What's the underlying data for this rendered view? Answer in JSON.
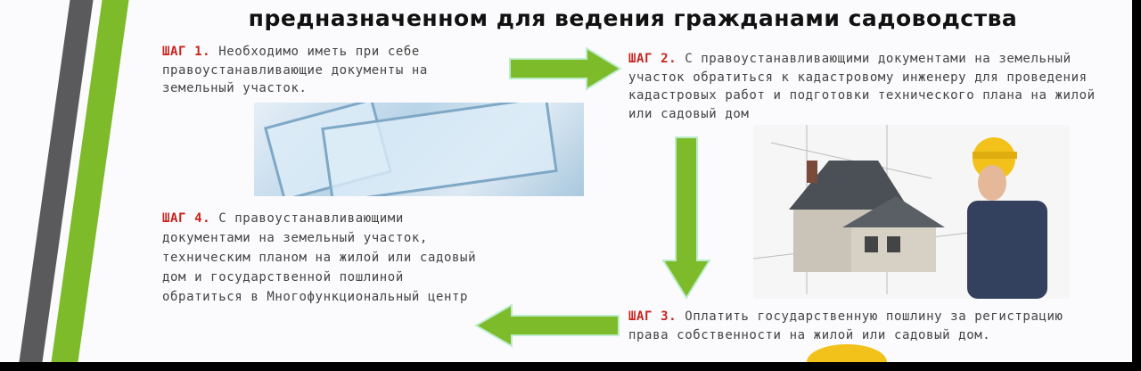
{
  "title": "предназначенном для ведения гражданами садоводства",
  "steps": [
    {
      "label": "ШАГ 1.",
      "text": " Необходимо иметь при себе правоустанавливающие документы на земельный участок."
    },
    {
      "label": "ШАГ 2.",
      "text": " С правоустанавливающими документами на земельный участок обратиться к кадастровому инженеру для проведения кадастровых работ и подготовки технического плана на жилой или садовый дом"
    },
    {
      "label": "ШАГ 3.",
      "text": " Оплатить государственную пошлину за регистрацию права собственности на жилой или садовый дом."
    },
    {
      "label": "ШАГ 4.",
      "text": " С правоустанавливающими документами на земельный участок, техническим планом на жилой или садовый дом и государственной пошлиной обратиться в Многофункциональный центр"
    }
  ],
  "colors": {
    "accent_green": "#7dbb2a",
    "step_label": "#c8231b",
    "stripe_gray": "#5a5a5c"
  }
}
